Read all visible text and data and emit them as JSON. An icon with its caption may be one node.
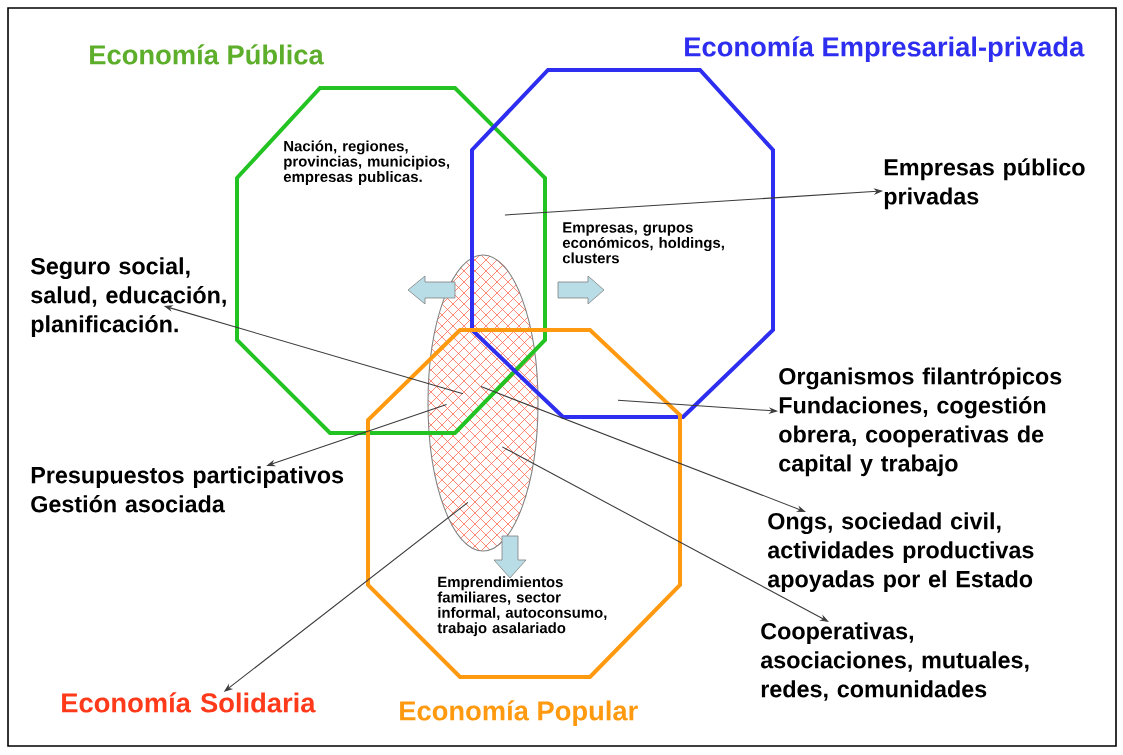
{
  "diagram": {
    "nodes": [
      {
        "text": [
          "Economía Pública",
          "Nación, regiones, provincias, municipios, empresas publicas."
        ]
      },
      {
        "text": [
          "Economía Empresarial-privada",
          "Empresas, grupos económicos, holdings, clusters"
        ]
      },
      {
        "text": [
          "Emprendimientos familiares, sector informal, autoconsumo, trabajo asalariado",
          "Economía Popular"
        ]
      },
      {
        "text": [],
        "shape": "ellipse"
      },
      {
        "text": [
          "Empresas público privadas"
        ]
      },
      {
        "text": [
          "Seguro social, salud, educación, planificación."
        ]
      },
      {
        "text": [
          "Organismos filantrópicos Fundaciones, cogestión obrera, cooperativas de capital y trabajo"
        ]
      },
      {
        "text": [
          "Presupuestos participativos Gestión asociada"
        ]
      },
      {
        "text": [
          "Ongs, sociedad civil, actividades productivas apoyadas por el Estado"
        ]
      },
      {
        "text": [
          "Cooperativas, asociaciones, mutuales, redes, comunidades"
        ]
      },
      {
        "text": [
          "Economía Solidaria"
        ]
      }
    ],
    "edges": [
      {
        "from": 1,
        "to": 4,
        "arrow": "to"
      },
      {
        "from": 3,
        "to": 5,
        "arrow": "to"
      },
      {
        "from": 1,
        "to": 6,
        "arrow": "to"
      },
      {
        "from": 3,
        "to": 7,
        "arrow": "to"
      },
      {
        "from": 3,
        "to": 8,
        "arrow": "to"
      },
      {
        "from": 3,
        "to": 9,
        "arrow": "to"
      },
      {
        "from": 3,
        "to": 10,
        "arrow": "to"
      }
    ]
  }
}
